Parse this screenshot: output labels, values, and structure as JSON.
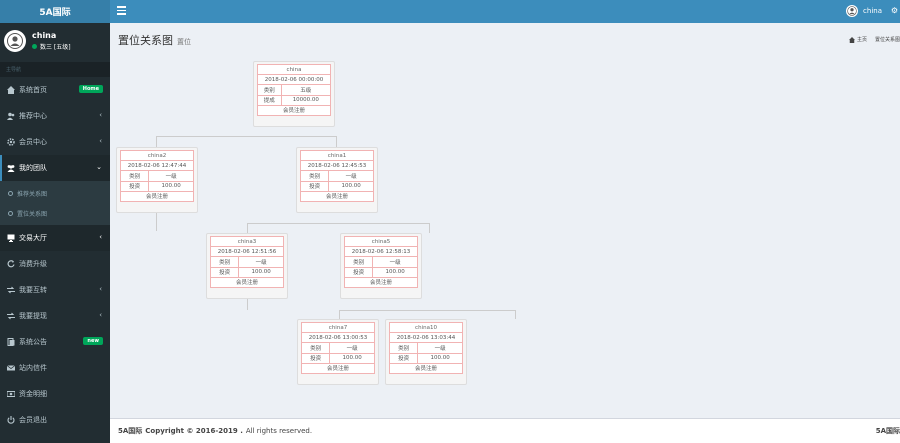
{
  "app": {
    "logo": "5A国际"
  },
  "user": {
    "name": "china",
    "status": "数三 [五级]"
  },
  "sidebar": {
    "header": "主导航",
    "items": [
      {
        "label": "系统首页",
        "badge": "Home"
      },
      {
        "label": "推荐中心"
      },
      {
        "label": "会员中心"
      },
      {
        "label": "我的团队"
      },
      {
        "label": "交易大厅"
      },
      {
        "label": "消费升级"
      },
      {
        "label": "我要互转"
      },
      {
        "label": "我要提现"
      },
      {
        "label": "系统公告",
        "badge": "new"
      },
      {
        "label": "站内信件"
      },
      {
        "label": "资金明细"
      },
      {
        "label": "会员退出"
      }
    ],
    "submenu": [
      {
        "label": "推荐关系图"
      },
      {
        "label": "置位关系图"
      }
    ]
  },
  "header": {
    "username": "china"
  },
  "page": {
    "title": "置位关系图",
    "subtitle": "置位",
    "breadcrumb_home": "主页",
    "breadcrumb_current": "置位关系图"
  },
  "tree": {
    "nodes": [
      {
        "name": "china",
        "date": "2018-02-06 00:00:00",
        "k1": "类别",
        "v1": "五级",
        "k2": "提成",
        "v2": "10000.00",
        "action": "会员注册"
      },
      {
        "name": "china2",
        "date": "2018-02-06 12:47:44",
        "k1": "类别",
        "v1": "一级",
        "k2": "投资",
        "v2": "100.00",
        "action": "会员注册"
      },
      {
        "name": "china1",
        "date": "2018-02-06 12:45:53",
        "k1": "类别",
        "v1": "一级",
        "k2": "投资",
        "v2": "100.00",
        "action": "会员注册"
      },
      {
        "name": "china3",
        "date": "2018-02-06 12:51:56",
        "k1": "类别",
        "v1": "一级",
        "k2": "投资",
        "v2": "100.00",
        "action": "会员注册"
      },
      {
        "name": "china5",
        "date": "2018-02-06 12:58:13",
        "k1": "类别",
        "v1": "一级",
        "k2": "投资",
        "v2": "100.00",
        "action": "会员注册"
      },
      {
        "name": "china7",
        "date": "2018-02-06 13:00:53",
        "k1": "类别",
        "v1": "一级",
        "k2": "投资",
        "v2": "100.00",
        "action": "会员注册"
      },
      {
        "name": "china10",
        "date": "2018-02-06 13:03:44",
        "k1": "类别",
        "v1": "一级",
        "k2": "投资",
        "v2": "100.00",
        "action": "会员注册"
      }
    ]
  },
  "footer": {
    "brand": "5A国际",
    "copyright": "Copyright © 2016-2019 .",
    "rights": "All rights reserved.",
    "right_brand": "5A国际"
  }
}
